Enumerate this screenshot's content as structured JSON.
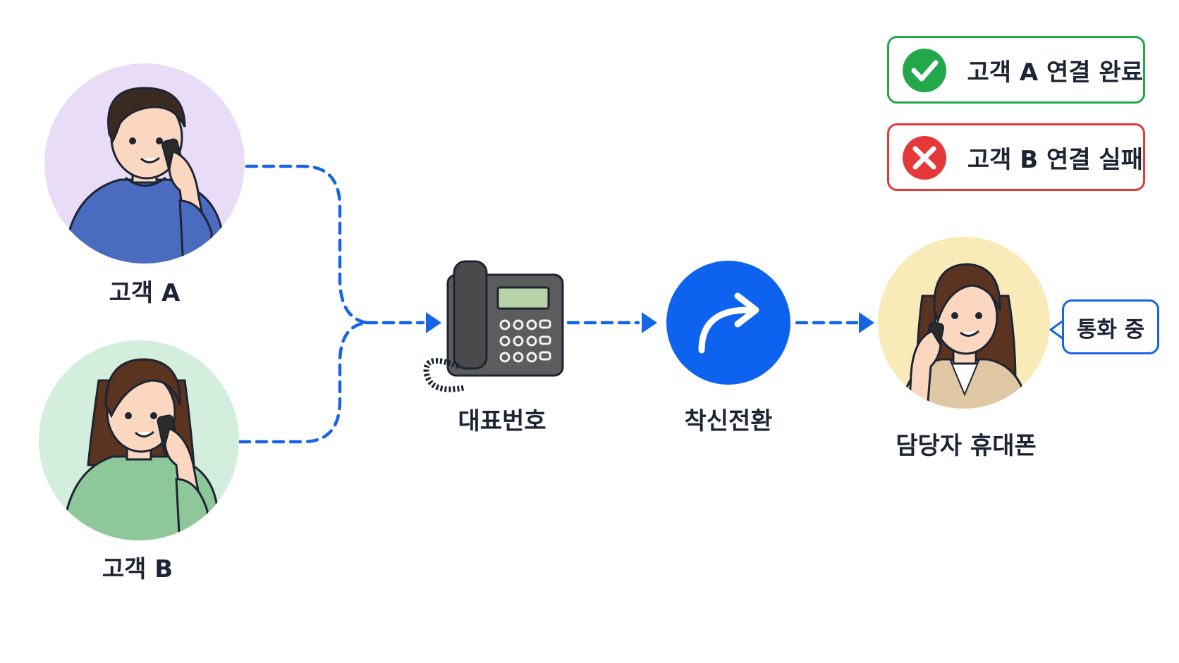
{
  "nodes": {
    "customer_a": "고객 A",
    "customer_b": "고객 B",
    "main_number": "대표번호",
    "call_forward": "착신전환",
    "agent_phone": "담당자 휴대폰"
  },
  "status": {
    "success": "고객 A 연결 완료",
    "failure": "고객 B 연결 실패"
  },
  "bubble": "통화 중",
  "colors": {
    "flow_blue": "#1565e6",
    "success_green": "#22a84a",
    "failure_red": "#e53838",
    "customer_a_bg": "#e8dcf7",
    "customer_b_bg": "#d3eedd",
    "agent_bg": "#f9ebb8"
  }
}
